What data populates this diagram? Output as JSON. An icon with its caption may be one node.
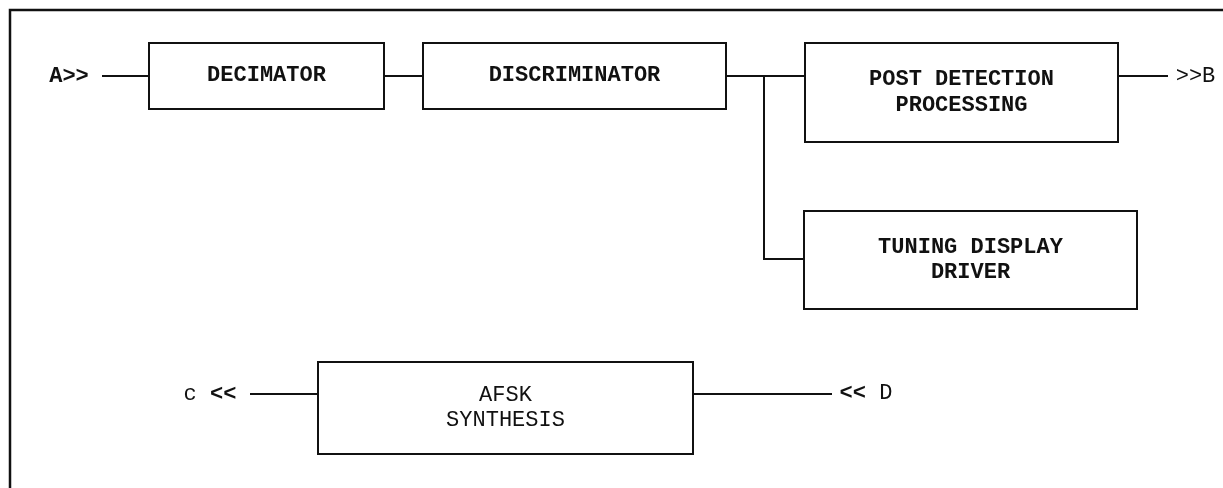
{
  "diagram": {
    "nodes": [
      {
        "text": [
          "A>>"
        ]
      },
      {
        "text": [
          "DECIMATOR"
        ]
      },
      {
        "text": [
          "DISCRIMINATOR"
        ]
      },
      {
        "text": [
          "POST DETECTION PROCESSING"
        ]
      },
      {
        "text": [
          ">>B"
        ]
      },
      {
        "text": [
          "TUNING DISPLAY DRIVER"
        ]
      },
      {
        "text": [
          "c **<<**"
        ]
      },
      {
        "text": [
          "AFSK SYNTHESIS"
        ]
      },
      {
        "text": [
          "**<<** D"
        ]
      }
    ],
    "edges": [
      {
        "from": 0,
        "to": 1,
        "arrow": "none"
      },
      {
        "from": 1,
        "to": 2,
        "arrow": "none"
      },
      {
        "from": 2,
        "to": 3,
        "arrow": "none"
      },
      {
        "from": 2,
        "to": 5,
        "arrow": "none"
      },
      {
        "from": 3,
        "to": 4,
        "arrow": "none"
      },
      {
        "from": 7,
        "to": 6,
        "arrow": "none"
      },
      {
        "from": 8,
        "to": 7,
        "arrow": "none"
      }
    ]
  }
}
